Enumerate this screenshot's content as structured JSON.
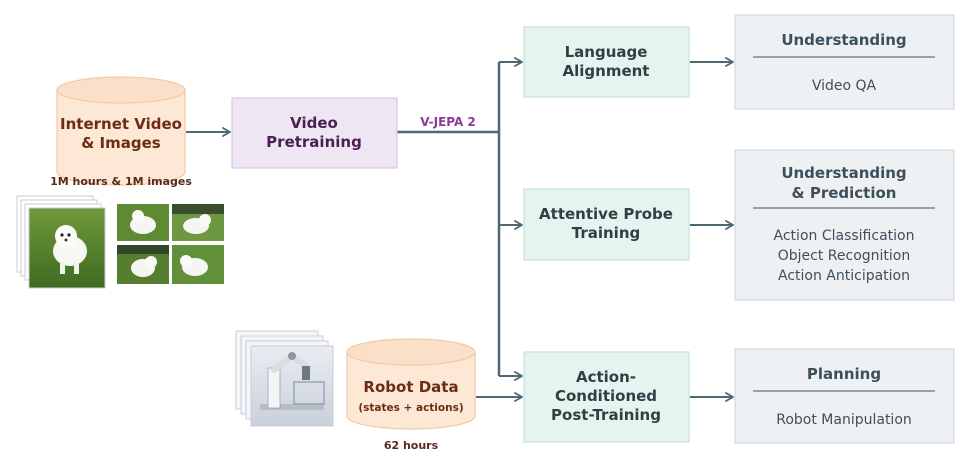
{
  "sources": {
    "internet": {
      "title_lines": [
        "Internet Video",
        "& Images"
      ],
      "caption": "1M hours & 1M images"
    },
    "robot": {
      "title": "Robot Data",
      "subtitle": "(states + actions)",
      "caption": "62 hours"
    }
  },
  "pretraining": {
    "title_lines": [
      "Video",
      "Pretraining"
    ],
    "model_label": "V-JEPA 2"
  },
  "training_stages": [
    {
      "title_lines": [
        "Language",
        "Alignment"
      ]
    },
    {
      "title_lines": [
        "Attentive Probe",
        "Training"
      ]
    },
    {
      "title_lines": [
        "Action-",
        "Conditioned",
        "Post-Training"
      ]
    }
  ],
  "outputs": [
    {
      "title_lines": [
        "Understanding"
      ],
      "items": [
        "Video QA"
      ]
    },
    {
      "title_lines": [
        "Understanding",
        "& Prediction"
      ],
      "items": [
        "Action Classification",
        "Object Recognition",
        "Action Anticipation"
      ]
    },
    {
      "title_lines": [
        "Planning"
      ],
      "items": [
        "Robot Manipulation"
      ]
    }
  ],
  "colors": {
    "source_fill": "#fde8d6",
    "source_stroke": "#f3c9a4",
    "pretrain_fill": "#efe6f3",
    "pretrain_stroke": "#d8c7e0",
    "stage_fill": "#e6f4ef",
    "stage_stroke": "#c4e3d7",
    "output_fill": "#eef1f4",
    "output_stroke": "#d3d9e0",
    "connector": "#4f6872"
  },
  "icons": [
    "dog-video-frames-icon",
    "dog-image-grid-icon",
    "robot-arm-frames-icon"
  ]
}
